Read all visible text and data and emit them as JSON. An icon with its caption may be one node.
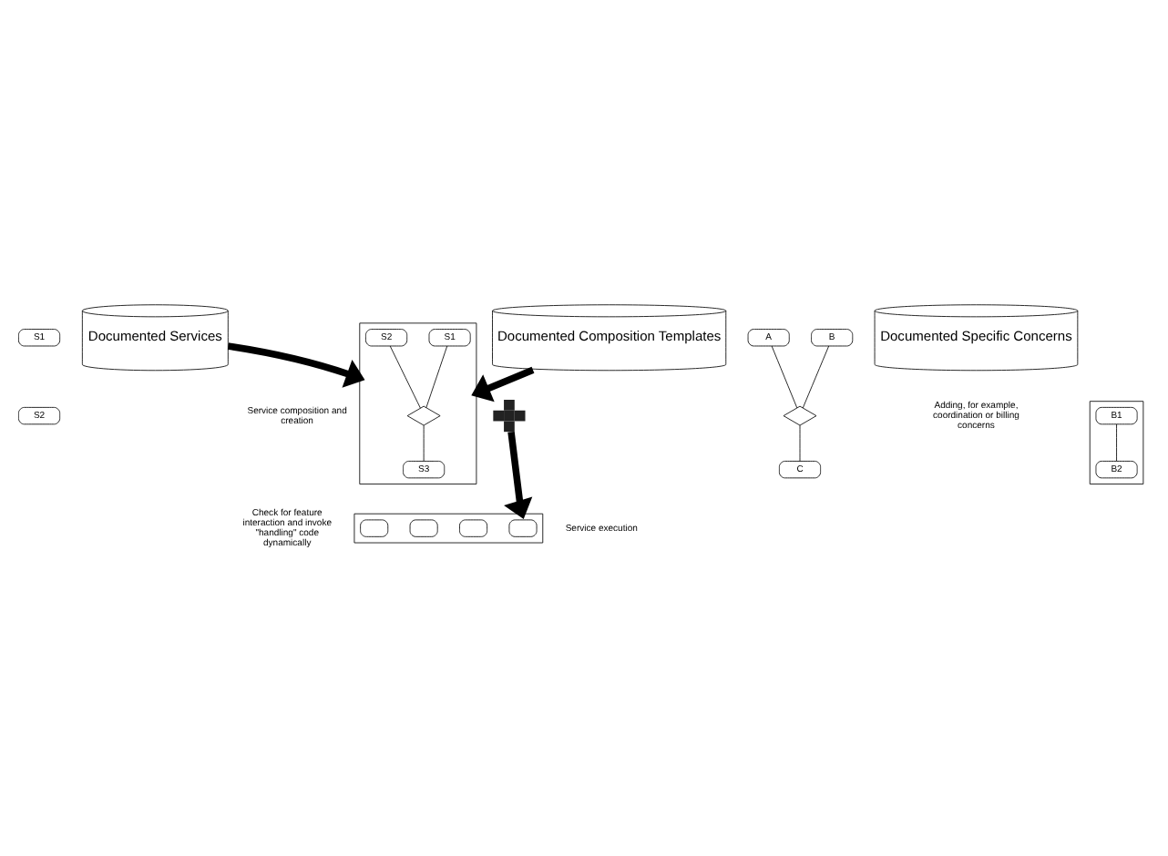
{
  "diagram": {
    "nodes": [
      {
        "text": [
          "Documented Services"
        ]
      },
      {
        "text": [
          "Documented Composition Templates"
        ]
      },
      {
        "text": [
          "A"
        ]
      },
      {
        "text": [
          "B"
        ]
      },
      {
        "text": [],
        "shape": "diamond"
      },
      {
        "text": [
          "C"
        ]
      },
      {
        "text": [
          "S1"
        ]
      },
      {
        "text": [
          "S2"
        ]
      },
      {
        "text": [
          "Documented Specific Concerns"
        ],
        "beside": [
          "Adding, for example, coordination or billing concerns"
        ]
      },
      {
        "text": [],
        "shape": "box",
        "beside": [
          "Service composition and creation"
        ]
      },
      {
        "text": [
          "S1"
        ],
        "in": 9
      },
      {
        "text": [
          "S2"
        ],
        "in": 9
      },
      {
        "text": [],
        "shape": "diamond",
        "in": 9
      },
      {
        "text": [
          "S3"
        ],
        "in": 9
      },
      {
        "text": [],
        "shape": "plus"
      },
      {
        "text": [],
        "shape": "box"
      },
      {
        "text": [
          "B1"
        ],
        "in": 15
      },
      {
        "text": [
          "B2"
        ],
        "in": 15
      },
      {
        "text": [],
        "shape": "box",
        "beside": [
          "Check for feature interaction and invoke \"handling\" code dynamically",
          "Service execution"
        ]
      },
      {
        "text": [],
        "shape": "box",
        "in": 18
      },
      {
        "text": [],
        "shape": "box",
        "in": 18
      },
      {
        "text": [],
        "shape": "box",
        "in": 18
      },
      {
        "text": [],
        "shape": "box",
        "in": 18
      }
    ],
    "edges": [
      {
        "from": 0,
        "to": 9,
        "arrow": "to",
        "style": "thick"
      },
      {
        "from": 1,
        "to": 9,
        "arrow": "to",
        "style": "thick"
      },
      {
        "from": 2,
        "to": 4,
        "arrow": "none"
      },
      {
        "from": 3,
        "to": 4,
        "arrow": "none"
      },
      {
        "from": 4,
        "to": 5,
        "arrow": "none"
      },
      {
        "from": 10,
        "to": 12,
        "arrow": "none"
      },
      {
        "from": 11,
        "to": 12,
        "arrow": "none"
      },
      {
        "from": 12,
        "to": 13,
        "arrow": "none"
      },
      {
        "from": 16,
        "to": 17,
        "arrow": "none"
      },
      {
        "from": 14,
        "to": 18,
        "arrow": "to",
        "style": "thick"
      }
    ]
  }
}
